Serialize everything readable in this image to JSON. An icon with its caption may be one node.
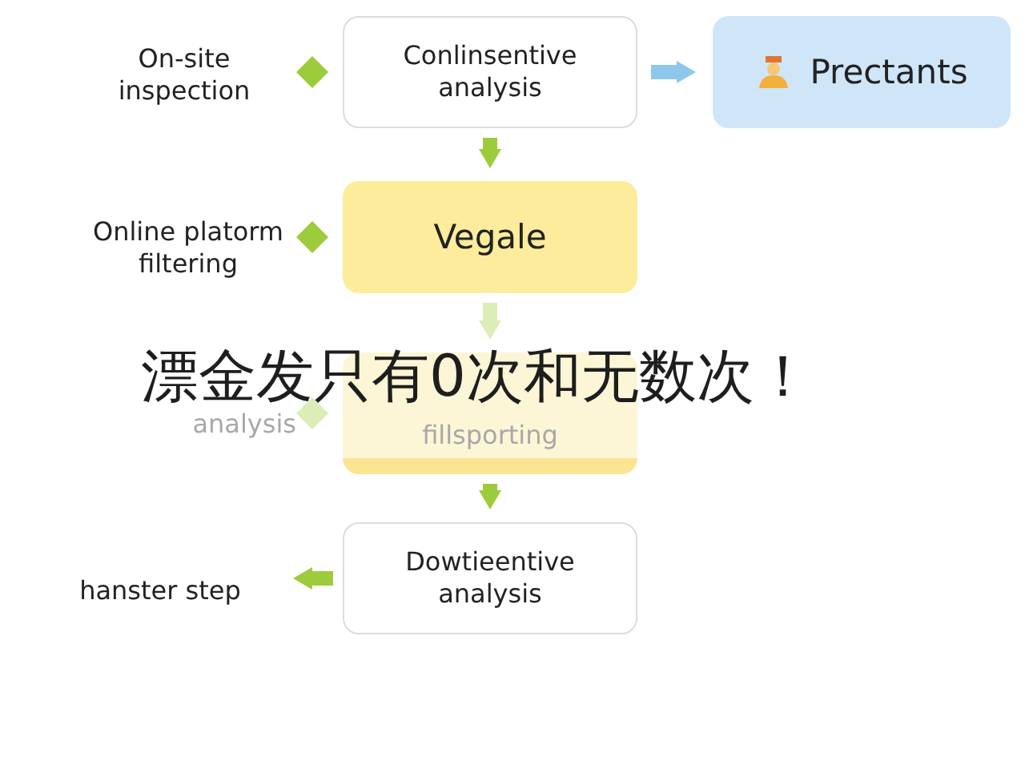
{
  "diagram": {
    "nodes": [
      {
        "text": [
          "On-site inspection"
        ]
      },
      {
        "text": [
          "Conlinsentive analysis"
        ]
      },
      {
        "text": [
          "Prectants"
        ]
      },
      {
        "text": [
          "Online platorm filtering"
        ]
      },
      {
        "text": [
          "Vegale"
        ]
      },
      {
        "text": [
          "analysis"
        ]
      },
      {
        "text": [
          "fillsporting"
        ]
      },
      {
        "text": [
          "hanster step"
        ]
      },
      {
        "text": [
          "Dowtieentive analysis"
        ]
      }
    ],
    "edges": [
      {
        "from": 1,
        "to": 0,
        "arrow": "other"
      },
      {
        "from": 1,
        "to": 2,
        "arrow": "to",
        "color": "#8ec7ec"
      },
      {
        "from": 1,
        "to": 4,
        "arrow": "to"
      },
      {
        "from": 4,
        "to": 3,
        "arrow": "other"
      },
      {
        "from": 4,
        "to": 6,
        "arrow": "to",
        "color": "#dcedb8"
      },
      {
        "from": 6,
        "to": 5,
        "arrow": "other",
        "color": "#dcedb8"
      },
      {
        "from": 6,
        "to": 8,
        "arrow": "to"
      },
      {
        "from": 8,
        "to": 7,
        "arrow": "to"
      }
    ],
    "labels": [
      "漂金发只有0次和无数次！"
    ]
  }
}
